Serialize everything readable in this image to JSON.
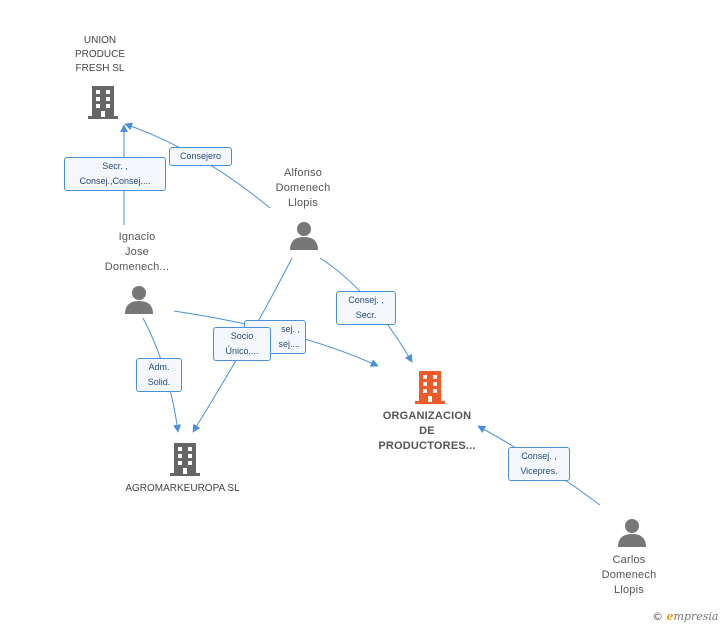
{
  "nodes": {
    "union_produce": {
      "label_lines": [
        "UNION",
        "PRODUCE",
        "FRESH SL"
      ]
    },
    "alfonso": {
      "label_lines": [
        "Alfonso",
        "Domenech",
        "Llopis"
      ]
    },
    "ignacio": {
      "label_lines": [
        "Ignacio",
        "Jose",
        "Domenech..."
      ]
    },
    "agromarkeuropa": {
      "label": "AGROMARKEUROPA SL"
    },
    "organizacion": {
      "label_lines": [
        "ORGANIZACION",
        "DE",
        "PRODUCTORES..."
      ]
    },
    "carlos": {
      "label_lines": [
        "Carlos",
        "Domenech",
        "Llopis"
      ]
    }
  },
  "edges": {
    "secr_consej": [
      "Secr. ,",
      "Consej.,Consej...."
    ],
    "consejero": [
      "Consejero"
    ],
    "consej_secr": [
      "Consej. ,",
      "Secr."
    ],
    "adm_solid": [
      "Adm.",
      "Solid."
    ],
    "consej_back": [
      "sej. ,",
      "sej...."
    ],
    "socio_unico": [
      "Socio",
      "Único,..."
    ],
    "consej_vicepres": [
      "Consej. ,",
      "Vicepres."
    ]
  },
  "brand": {
    "copyright": "©",
    "initial": "e",
    "rest": "mpresia"
  },
  "colors": {
    "edge": "#4a90d9",
    "company": "#666666",
    "highlight": "#f05a28",
    "person": "#777777"
  }
}
